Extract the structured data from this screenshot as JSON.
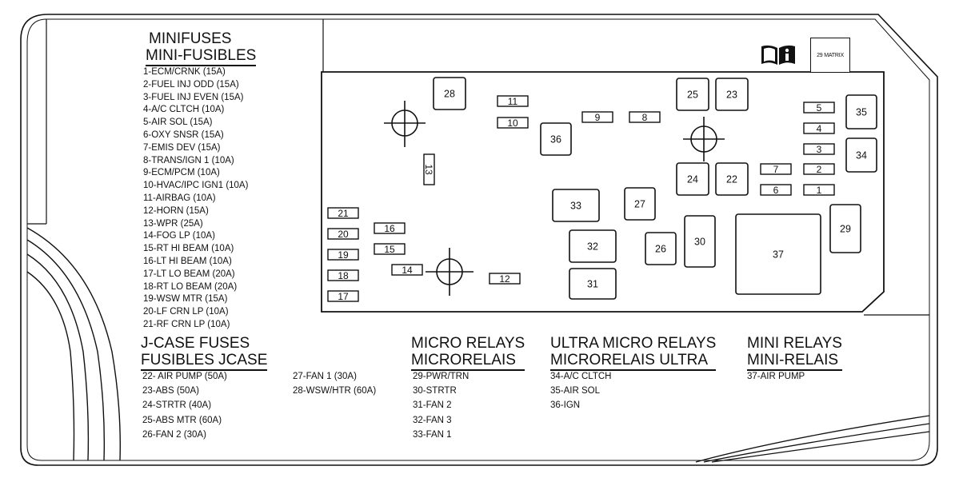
{
  "minifuses": {
    "header_line1": "MINIFUSES",
    "header_line2": "MINI-FUSIBLES",
    "items": [
      "1-ECM/CRNK (15A)",
      "2-FUEL INJ  ODD (15A)",
      "3-FUEL INJ EVEN (15A)",
      "4-A/C CLTCH (10A)",
      "5-AIR SOL (15A)",
      "6-OXY SNSR (15A)",
      "7-EMIS DEV (15A)",
      "8-TRANS/IGN 1 (10A)",
      "9-ECM/PCM (10A)",
      "10-HVAC/IPC IGN1 (10A)",
      "11-AIRBAG (10A)",
      "12-HORN (15A)",
      "13-WPR (25A)",
      "14-FOG LP (10A)",
      "15-RT HI BEAM (10A)",
      "16-LT HI BEAM (10A)",
      "17-LT LO BEAM (20A)",
      "18-RT LO BEAM (20A)",
      "19-WSW MTR (15A)",
      "20-LF CRN LP (10A)",
      "21-RF CRN LP (10A)"
    ]
  },
  "jcase": {
    "header_line1": "J-CASE FUSES",
    "header_line2": "FUSIBLES JCASE",
    "items_col1": [
      "22- AIR PUMP (50A)",
      "23-ABS (50A)",
      "24-STRTR (40A)",
      "25-ABS MTR (60A)",
      "26-FAN 2 (30A)"
    ],
    "items_col2": [
      "27-FAN 1 (30A)",
      "28-WSW/HTR (60A)"
    ]
  },
  "micro_relays": {
    "header_line1": "MICRO RELAYS",
    "header_line2": "MICRORELAIS",
    "items": [
      "29-PWR/TRN",
      "30-STRTR",
      "31-FAN 2",
      "32-FAN 3",
      "33-FAN 1"
    ]
  },
  "ultra_micro_relays": {
    "header_line1": "ULTRA MICRO RELAYS",
    "header_line2": "MICRORELAIS ULTRA",
    "items": [
      "34-A/C CLTCH",
      "35-AIR SOL",
      "36-IGN"
    ]
  },
  "mini_relays": {
    "header_line1": "MINI RELAYS",
    "header_line2": "MINI-RELAIS",
    "items": [
      "37-AIR PUMP"
    ]
  },
  "matrix_label": "29 MATRIX",
  "book_icon": "manual-book-icon",
  "crosshair_icon": "crosshair-icon",
  "fuse_boxes": [
    {
      "id": "28",
      "kind": "jcase"
    },
    {
      "id": "25",
      "kind": "jcase"
    },
    {
      "id": "23",
      "kind": "jcase"
    },
    {
      "id": "24",
      "kind": "jcase"
    },
    {
      "id": "22",
      "kind": "jcase"
    },
    {
      "id": "27",
      "kind": "jcase"
    },
    {
      "id": "26",
      "kind": "jcase"
    },
    {
      "id": "36",
      "kind": "relay"
    },
    {
      "id": "35",
      "kind": "relay"
    },
    {
      "id": "34",
      "kind": "relay"
    },
    {
      "id": "33",
      "kind": "relay"
    },
    {
      "id": "32",
      "kind": "relay"
    },
    {
      "id": "31",
      "kind": "relay"
    },
    {
      "id": "30",
      "kind": "relay"
    },
    {
      "id": "29",
      "kind": "relay"
    },
    {
      "id": "37",
      "kind": "relay"
    },
    {
      "id": "1",
      "kind": "mini"
    },
    {
      "id": "2",
      "kind": "mini"
    },
    {
      "id": "3",
      "kind": "mini"
    },
    {
      "id": "4",
      "kind": "mini"
    },
    {
      "id": "5",
      "kind": "mini"
    },
    {
      "id": "6",
      "kind": "mini"
    },
    {
      "id": "7",
      "kind": "mini"
    },
    {
      "id": "8",
      "kind": "mini"
    },
    {
      "id": "9",
      "kind": "mini"
    },
    {
      "id": "10",
      "kind": "mini"
    },
    {
      "id": "11",
      "kind": "mini"
    },
    {
      "id": "12",
      "kind": "mini"
    },
    {
      "id": "13",
      "kind": "mini"
    },
    {
      "id": "14",
      "kind": "mini"
    },
    {
      "id": "15",
      "kind": "mini"
    },
    {
      "id": "16",
      "kind": "mini"
    },
    {
      "id": "17",
      "kind": "mini"
    },
    {
      "id": "18",
      "kind": "mini"
    },
    {
      "id": "19",
      "kind": "mini"
    },
    {
      "id": "20",
      "kind": "mini"
    },
    {
      "id": "21",
      "kind": "mini"
    }
  ]
}
